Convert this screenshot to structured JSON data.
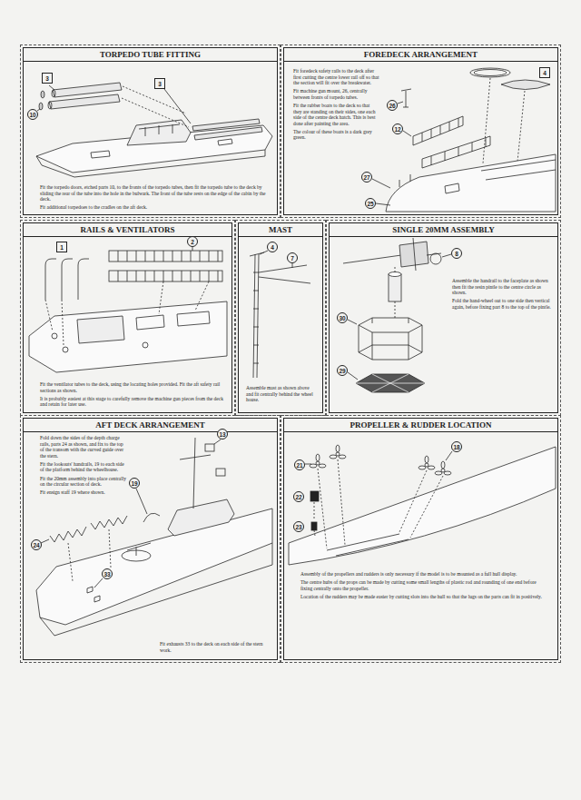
{
  "diagram": {
    "nodes": [
      {
        "text": [
          "TORPEDO TUBE FITTING",
          "Fit the torpedo doors, etched parts 10, to the fronts of the torpedo tubes, then fit the torpedo tube to the deck by sliding the rear of the tube into the hole in the bulwark. The front of the tube rests on the edge of the cabin by the deck.",
          "Fit additional torpedoes to the cradles on the aft deck."
        ]
      },
      {
        "text": [
          "FOREDECK ARRANGEMENT",
          "Fit foredeck safety rails to the deck after first cutting the centre lower rail off so that the section will fit over the breakwater.",
          "Fit machine gun mount, 26, centrally between fronts of torpedo tubes.",
          "Fit the rubber boats to the deck so that they are standing on their sides, one each side of the centre deck hatch. This is best done after painting the area.",
          "The colour of these boats is a dark grey green."
        ]
      },
      {
        "text": [
          "RAILS & VENTILATORS",
          "Fit the ventilator tubes to the deck, using the locating holes provided. Fit the aft safety rail sections as shown.",
          "It is probably easiest at this stage to carefully remove the machine gun pieces from the deck and retain for later use."
        ]
      },
      {
        "text": [
          "MAST",
          "Assemble mast as shown above and fit centrally behind the wheel house."
        ]
      },
      {
        "text": [
          "SINGLE 20MM ASSEMBLY",
          "Assemble the handrail to the faceplate as shown then fit the resin pintle to the centre circle as shown.",
          "Fold the hand-wheel out to one side then vertical again, before fixing part 8 to the top of the pintle."
        ]
      },
      {
        "text": [
          "AFT DECK ARRANGEMENT",
          "Fold down the sides of the depth charge rails, parts 24 as shown, and fix to the top of the transom with the curved guide over the stern.",
          "Fit the lookouts' handrails, 19 to each side of the platform behind the wheelhouse.",
          "Fit the 20mm assembly into place centrally on the circular section of deck.",
          "Fit ensign staff 19 where shown.",
          "Fit exhausts 33 to the deck on each side of the stern work."
        ]
      },
      {
        "text": [
          "PROPELLER & RUDDER LOCATION",
          "Assembly of the propellers and rudders is only necessary if the model is to be mounted as a full hull display.",
          "The centre hubs of the props can be made by cutting some small lengths of plastic rod and rounding of one end before fixing centrally onto the propeller.",
          "Location of the rudders may be made easier by cutting slots into the hull so that the lugs on the parts can fit in positively."
        ]
      }
    ],
    "labels": [
      "3",
      "3",
      "10",
      "26",
      "4",
      "12",
      "27",
      "25",
      "1",
      "2",
      "4",
      "7",
      "8",
      "30",
      "29",
      "13",
      "19",
      "24",
      "33",
      "18",
      "21",
      "22",
      "23"
    ]
  }
}
